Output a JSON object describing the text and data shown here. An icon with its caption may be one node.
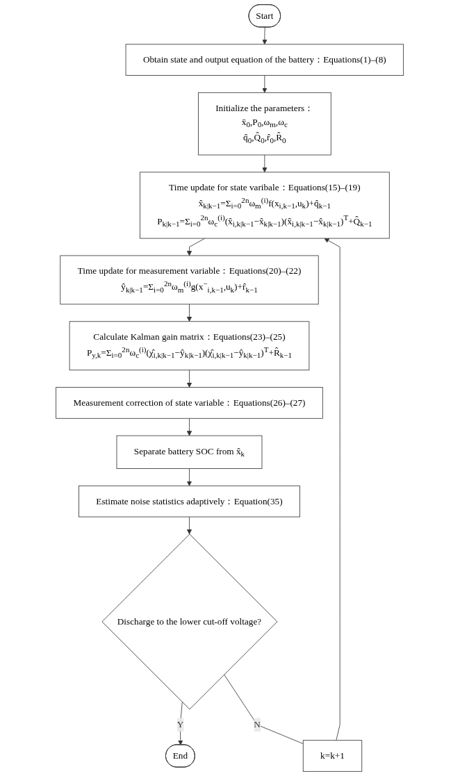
{
  "diagram": {
    "nodes": [
      {
        "text": [
          "Start"
        ]
      },
      {
        "text": [
          "Obtain state  and output equation of the battery：Equations(1)–(8)"
        ]
      },
      {
        "text": [
          "Initialize the parameters：",
          "x̄$_{0}$,P$_{0}$,ω$_{m}$,ω$_{c}$",
          "q̂$_{0}$,Q̂$_{0}$,r̂$_{0}$,R̂$_{0}$"
        ]
      },
      {
        "text": [
          "Time update for state varibale：Equations(15)–(19)",
          "x̂$_{k|k−1}$=Σ$_{i=0}$$^{2n}$ω$_{m}$$^{(i)}$f(x$_{i,k−1}$,u$_{k}$)+q̂$_{k−1}$",
          "P$_{k|k−1}$=Σ$_{i=0}$$^{2n}$ω$_{c}$$^{(i)}$(x̂$_{i,k|k−1}$−x̂$_{k|k−1}$)(x̂$_{i,k|k−1}$−x̂$_{k|k−1}$)$^{T}$+Q̂$_{k−1}$"
        ]
      },
      {
        "text": [
          "Time update for measurement variable：Equations(20)–(22)",
          "ŷ$_{k|k−1}$=Σ$_{i=0}$$^{2n}$ω$_{m}$$^{(i)}$g(x$^{−}$$_{i,k−1}$,u$_{k}$)+r̂$_{k−1}$"
        ]
      },
      {
        "text": [
          "Calculate Kalman gain matrix：Equations(23)–(25)",
          "P$_{y,k}$=Σ$_{i=0}$$^{2n}$ω$_{c}$$^{(i)}$(χ̂$_{i,k|k−1}$−ŷ$_{k|k−1}$)(χ̂$_{i,k|k−1}$−ŷ$_{k|k−1}$)$^{T}$+R̂$_{k−1}$"
        ]
      },
      {
        "text": [
          "Measurement correction of state variable：Equations(26)–(27)"
        ]
      },
      {
        "text": [
          "Separate battery SOC from x̂$_{k}$"
        ]
      },
      {
        "text": [
          "Estimate noise statistics adaptively：Equation(35)"
        ]
      },
      {
        "text": [
          "Discharge to the lower cut-off voltage?"
        ]
      },
      {
        "text": [
          "End"
        ]
      },
      {
        "text": [
          "k=k+1"
        ]
      }
    ],
    "edges": [
      {
        "from": 0,
        "to": 1,
        "arrow": "to"
      },
      {
        "from": 1,
        "to": 2,
        "arrow": "to"
      },
      {
        "from": 2,
        "to": 3,
        "arrow": "to"
      },
      {
        "from": 3,
        "to": 4,
        "arrow": "to"
      },
      {
        "from": 4,
        "to": 5,
        "arrow": "to"
      },
      {
        "from": 5,
        "to": 6,
        "arrow": "to"
      },
      {
        "from": 6,
        "to": 7,
        "arrow": "to"
      },
      {
        "from": 7,
        "to": 8,
        "arrow": "to"
      },
      {
        "from": 8,
        "to": 9,
        "arrow": "to"
      },
      {
        "from": 9,
        "to": 10,
        "label": "Y",
        "arrow": "to"
      },
      {
        "from": 9,
        "to": 11,
        "label": "N",
        "arrow": "none"
      },
      {
        "from": 11,
        "to": 3,
        "arrow": "to"
      }
    ]
  }
}
